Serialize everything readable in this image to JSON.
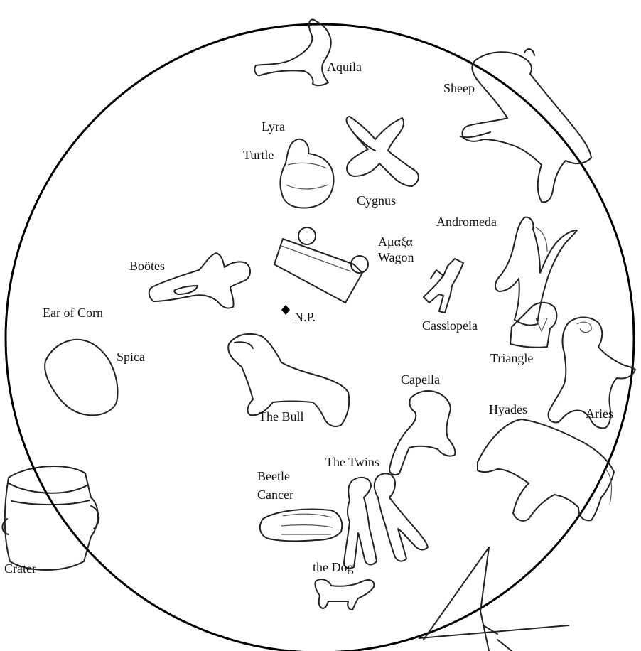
{
  "diagram": {
    "labels": {
      "aquila": "Aquila",
      "sheep": "Sheep",
      "lyra": "Lyra",
      "turtle": "Turtle",
      "cygnus": "Cygnus",
      "andromeda": "Andromeda",
      "amaxa": "Αμαξα",
      "wagon": "Wagon",
      "bootes": "Boötes",
      "np": "N.P.",
      "ear_of_corn": "Ear of Corn",
      "cassiopeia": "Cassiopeia",
      "spica": "Spica",
      "triangle": "Triangle",
      "capella": "Capella",
      "the_bull": "The Bull",
      "hyades": "Hyades",
      "aries": "Aries",
      "the_twins": "The Twins",
      "beetle": "Beetle",
      "cancer": "Cancer",
      "crater": "Crater",
      "the_dog": "the Dog"
    }
  }
}
